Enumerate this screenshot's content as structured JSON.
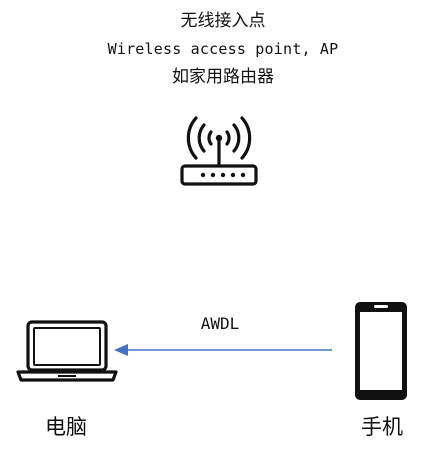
{
  "access_point": {
    "title": "无线接入点",
    "subtitle": "Wireless access point, AP",
    "note": "如家用路由器",
    "icon": "wifi-router-icon"
  },
  "link": {
    "label": "AWDL",
    "color": "#4472c4",
    "direction": "phone-to-computer"
  },
  "devices": {
    "computer": {
      "label": "电脑",
      "icon": "laptop-icon"
    },
    "phone": {
      "label": "手机",
      "icon": "smartphone-icon"
    }
  }
}
